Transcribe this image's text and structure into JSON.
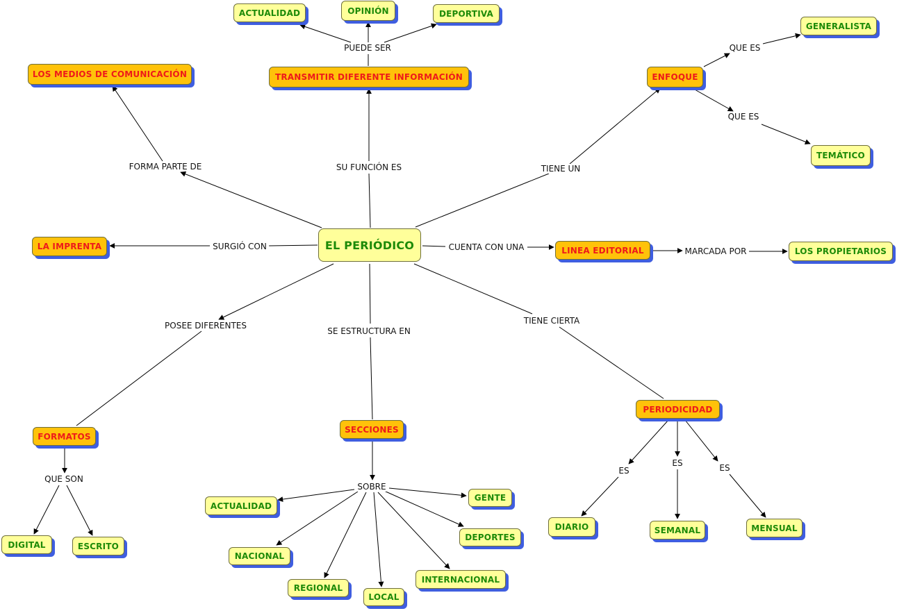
{
  "nodes": {
    "center": "EL PERIÓDICO",
    "medios": "LOS MEDIOS DE COMUNICACIÓN",
    "imprenta": "LA IMPRENTA",
    "transmitir": "TRANSMITIR DIFERENTE INFORMACIÓN",
    "actualidad_top": "ACTUALIDAD",
    "opinion": "OPINIÓN",
    "deportiva": "DEPORTIVA",
    "enfoque": "ENFOQUE",
    "generalista": "GENERALISTA",
    "tematico": "TEMÁTICO",
    "linea": "LINEA EDITORIAL",
    "propietarios": "LOS PROPIETARIOS",
    "formatos": "FORMATOS",
    "digital": "DIGITAL",
    "escrito": "ESCRITO",
    "secciones": "SECCIONES",
    "actualidad_bottom": "ACTUALIDAD",
    "nacional": "NACIONAL",
    "regional": "REGIONAL",
    "local": "LOCAL",
    "internacional": "INTERNACIONAL",
    "deportes": "DEPORTES",
    "gente": "GENTE",
    "periodicidad": "PERIODICIDAD",
    "diario": "DIARIO",
    "semanal": "SEMANAL",
    "mensual": "MENSUAL"
  },
  "links": {
    "forma_parte_de": "FORMA PARTE DE",
    "su_funcion_es": "SU FUNCIÓN ES",
    "puede_ser": "PUEDE SER",
    "tiene_un": "TIENE UN",
    "que_es_1": "QUE ES",
    "que_es_2": "QUE ES",
    "surgio_con": "SURGIÓ CON",
    "cuenta_con_una": "CUENTA CON UNA",
    "marcada_por": "MARCADA POR",
    "posee_diferentes": "POSEE DIFERENTES",
    "que_son": "QUE SON",
    "se_estructura_en": "SE ESTRUCTURA EN",
    "sobre": "SOBRE",
    "tiene_cierta": "TIENE CIERTA",
    "es_1": "ES",
    "es_2": "ES",
    "es_3": "ES"
  },
  "colors": {
    "leaf_fill": "#ffff9a",
    "leaf_text": "#1d8a08",
    "concept_fill": "#ffc20a",
    "concept_text": "#ee1a1a",
    "shadow": "#3f5ee0"
  }
}
